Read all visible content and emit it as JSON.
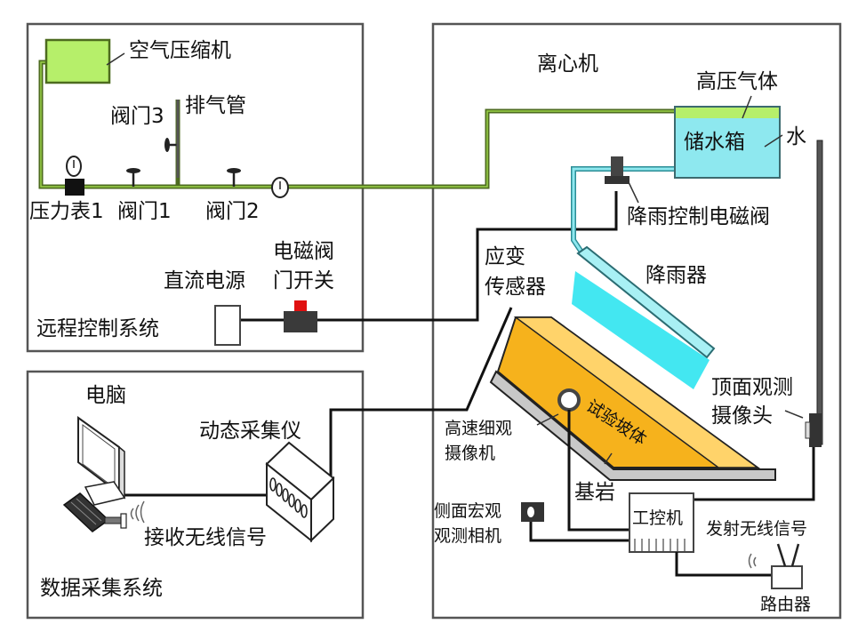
{
  "title": "离心机降雨滑坡试验系统示意图",
  "colors": {
    "air_pipe": "#4d6b1f",
    "compressor": "#b6ef6a",
    "water": "#8ee8ef",
    "rain": "#2fe4f0",
    "slope": "#f6b21c",
    "slope_top": "#ffd36a",
    "bedrock": "#c8c8c8",
    "indicator": "#e01010"
  },
  "remote_control": {
    "system_label": "远程控制系统",
    "air_compressor": "空气压缩机",
    "exhaust_pipe": "排气管",
    "valve3": "阀门3",
    "pressure_gauge1": "压力表1",
    "valve1": "阀门1",
    "valve2": "阀门2",
    "dc_power": "直流电源",
    "solenoid_switch_line1": "电磁阀",
    "solenoid_switch_line2": "门开关"
  },
  "data_acquisition": {
    "system_label": "数据采集系统",
    "computer": "电脑",
    "dynamic_collector": "动态采集仪",
    "receive_wireless": "接收无线信号"
  },
  "centrifuge": {
    "label": "离心机",
    "high_pressure_gas": "高压气体",
    "water_tank": "储水箱",
    "water": "水",
    "rain_solenoid_valve": "降雨控制电磁阀",
    "strain_sensor_line1": "应变",
    "strain_sensor_line2": "传感器",
    "rainfall_device": "降雨器",
    "top_camera_line1": "顶面观测",
    "top_camera_line2": "摄像头",
    "highspeed_camera_line1": "高速细观",
    "highspeed_camera_line2": "摄像机",
    "test_slope": "试验坡体",
    "bedrock": "基岩",
    "side_camera_line1": "侧面宏观",
    "side_camera_line2": "观测相机",
    "industrial_pc": "工控机",
    "transmit_wireless": "发射无线信号",
    "router": "路由器"
  }
}
